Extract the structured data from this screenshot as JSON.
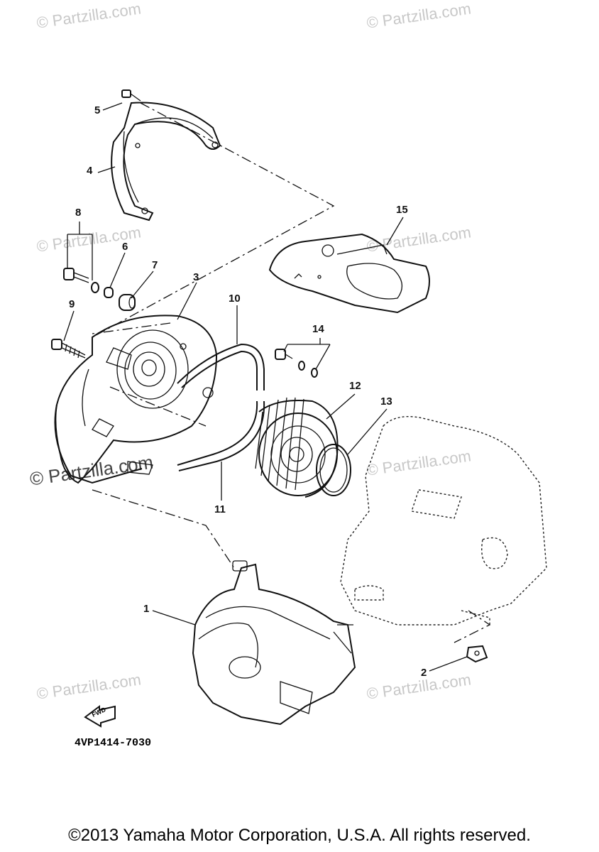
{
  "diagram": {
    "code": "4VP1414-7030",
    "fwd_label": "FWD",
    "copyright": "©2013 Yamaha Motor Corporation, U.S.A. All rights reserved.",
    "watermark": "© Partzilla.com",
    "callouts": [
      {
        "id": "1",
        "label": "1"
      },
      {
        "id": "2",
        "label": "2"
      },
      {
        "id": "3",
        "label": "3"
      },
      {
        "id": "4",
        "label": "4"
      },
      {
        "id": "5",
        "label": "5"
      },
      {
        "id": "6",
        "label": "6"
      },
      {
        "id": "7",
        "label": "7"
      },
      {
        "id": "8",
        "label": "8"
      },
      {
        "id": "9",
        "label": "9"
      },
      {
        "id": "10",
        "label": "10"
      },
      {
        "id": "11",
        "label": "11"
      },
      {
        "id": "12",
        "label": "12"
      },
      {
        "id": "13",
        "label": "13"
      },
      {
        "id": "14",
        "label": "14"
      },
      {
        "id": "15",
        "label": "15"
      }
    ]
  }
}
